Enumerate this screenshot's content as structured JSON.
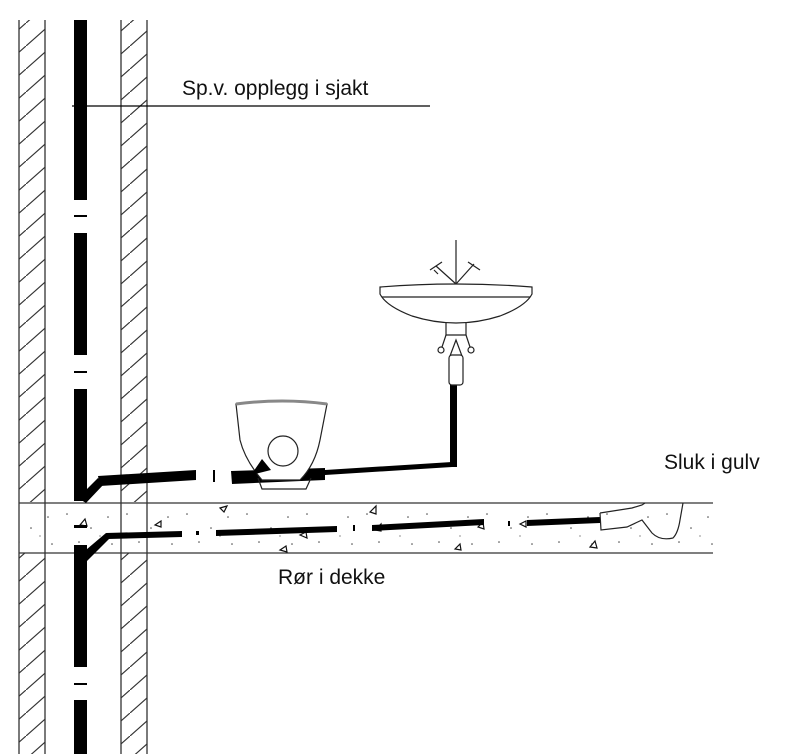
{
  "diagram": {
    "title": "Plumbing section: waste pipes in shaft and floor slab",
    "labels": {
      "shaft": "Sp.v. opplegg i sjakt",
      "floor_drain": "Sluk i gulv",
      "slab_pipe": "Rør i dekke"
    },
    "components": [
      {
        "id": "shaft-wall-left",
        "type": "hatched wall"
      },
      {
        "id": "shaft-wall-right",
        "type": "hatched wall"
      },
      {
        "id": "soil-stack",
        "type": "vertical waste pipe (dashed)"
      },
      {
        "id": "wall-hung-wc",
        "type": "toilet"
      },
      {
        "id": "washbasin",
        "type": "sink with mixer"
      },
      {
        "id": "floor-slab",
        "type": "concrete slab"
      },
      {
        "id": "floor-drain",
        "type": "drain"
      }
    ],
    "colors": {
      "line": "#000000",
      "hatch": "#333333",
      "background": "#ffffff"
    }
  }
}
